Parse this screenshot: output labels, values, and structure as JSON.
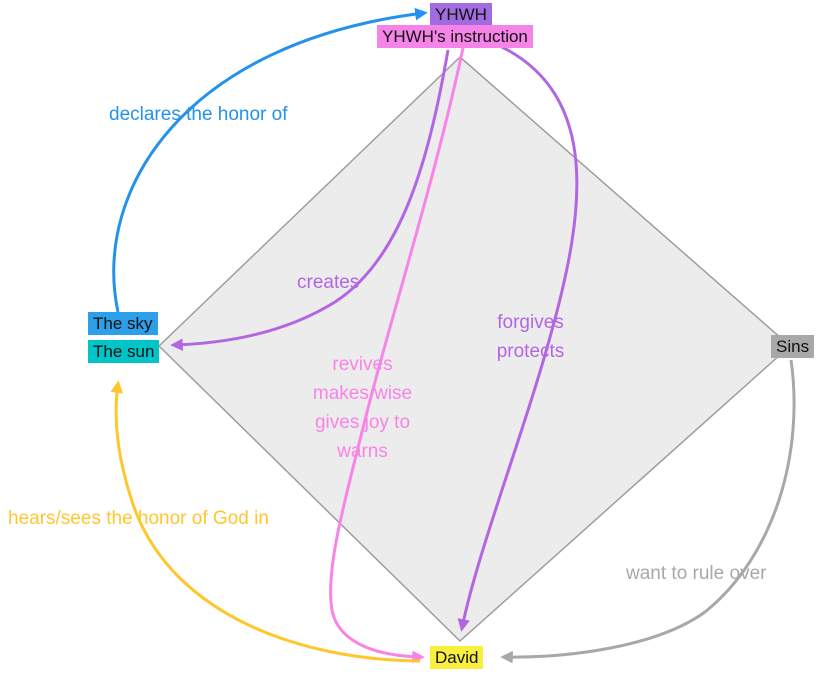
{
  "diagram": {
    "shape": "diamond",
    "diamond_fill": "#ececec",
    "diamond_stroke": "#9e9e9e"
  },
  "nodes": {
    "yhwh": {
      "label": "YHWH",
      "bg": "#a06ce0"
    },
    "instruction": {
      "label": "YHWH's instruction",
      "bg": "#f583e8"
    },
    "sky": {
      "label": "The sky",
      "bg": "#2d9fe8"
    },
    "sun": {
      "label": "The sun",
      "bg": "#00c4c8"
    },
    "sins": {
      "label": "Sins",
      "bg": "#a8a8a8"
    },
    "david": {
      "label": "David",
      "bg": "#f8ef3f"
    }
  },
  "edges": {
    "declares": {
      "label": "declares the honor of",
      "from": "The sky",
      "to": "YHWH",
      "color": "#2492ec"
    },
    "creates": {
      "label": "creates",
      "from": "YHWH",
      "to": "The sun",
      "color": "#b266e2"
    },
    "revives": {
      "lines": [
        "revives",
        "makes wise",
        "gives joy to",
        "warns"
      ],
      "from": "YHWH's instruction",
      "to": "David",
      "color": "#f884e8"
    },
    "forgives": {
      "lines": [
        "forgives",
        "protects"
      ],
      "from": "YHWH",
      "to": "David",
      "color": "#b266e2"
    },
    "hears": {
      "label": "hears/sees the honor of God in",
      "from": "David",
      "to": "The sun",
      "color": "#ffc62e"
    },
    "rule": {
      "label": "want to rule over",
      "from": "Sins",
      "to": "David",
      "color": "#a8a8a8"
    }
  }
}
